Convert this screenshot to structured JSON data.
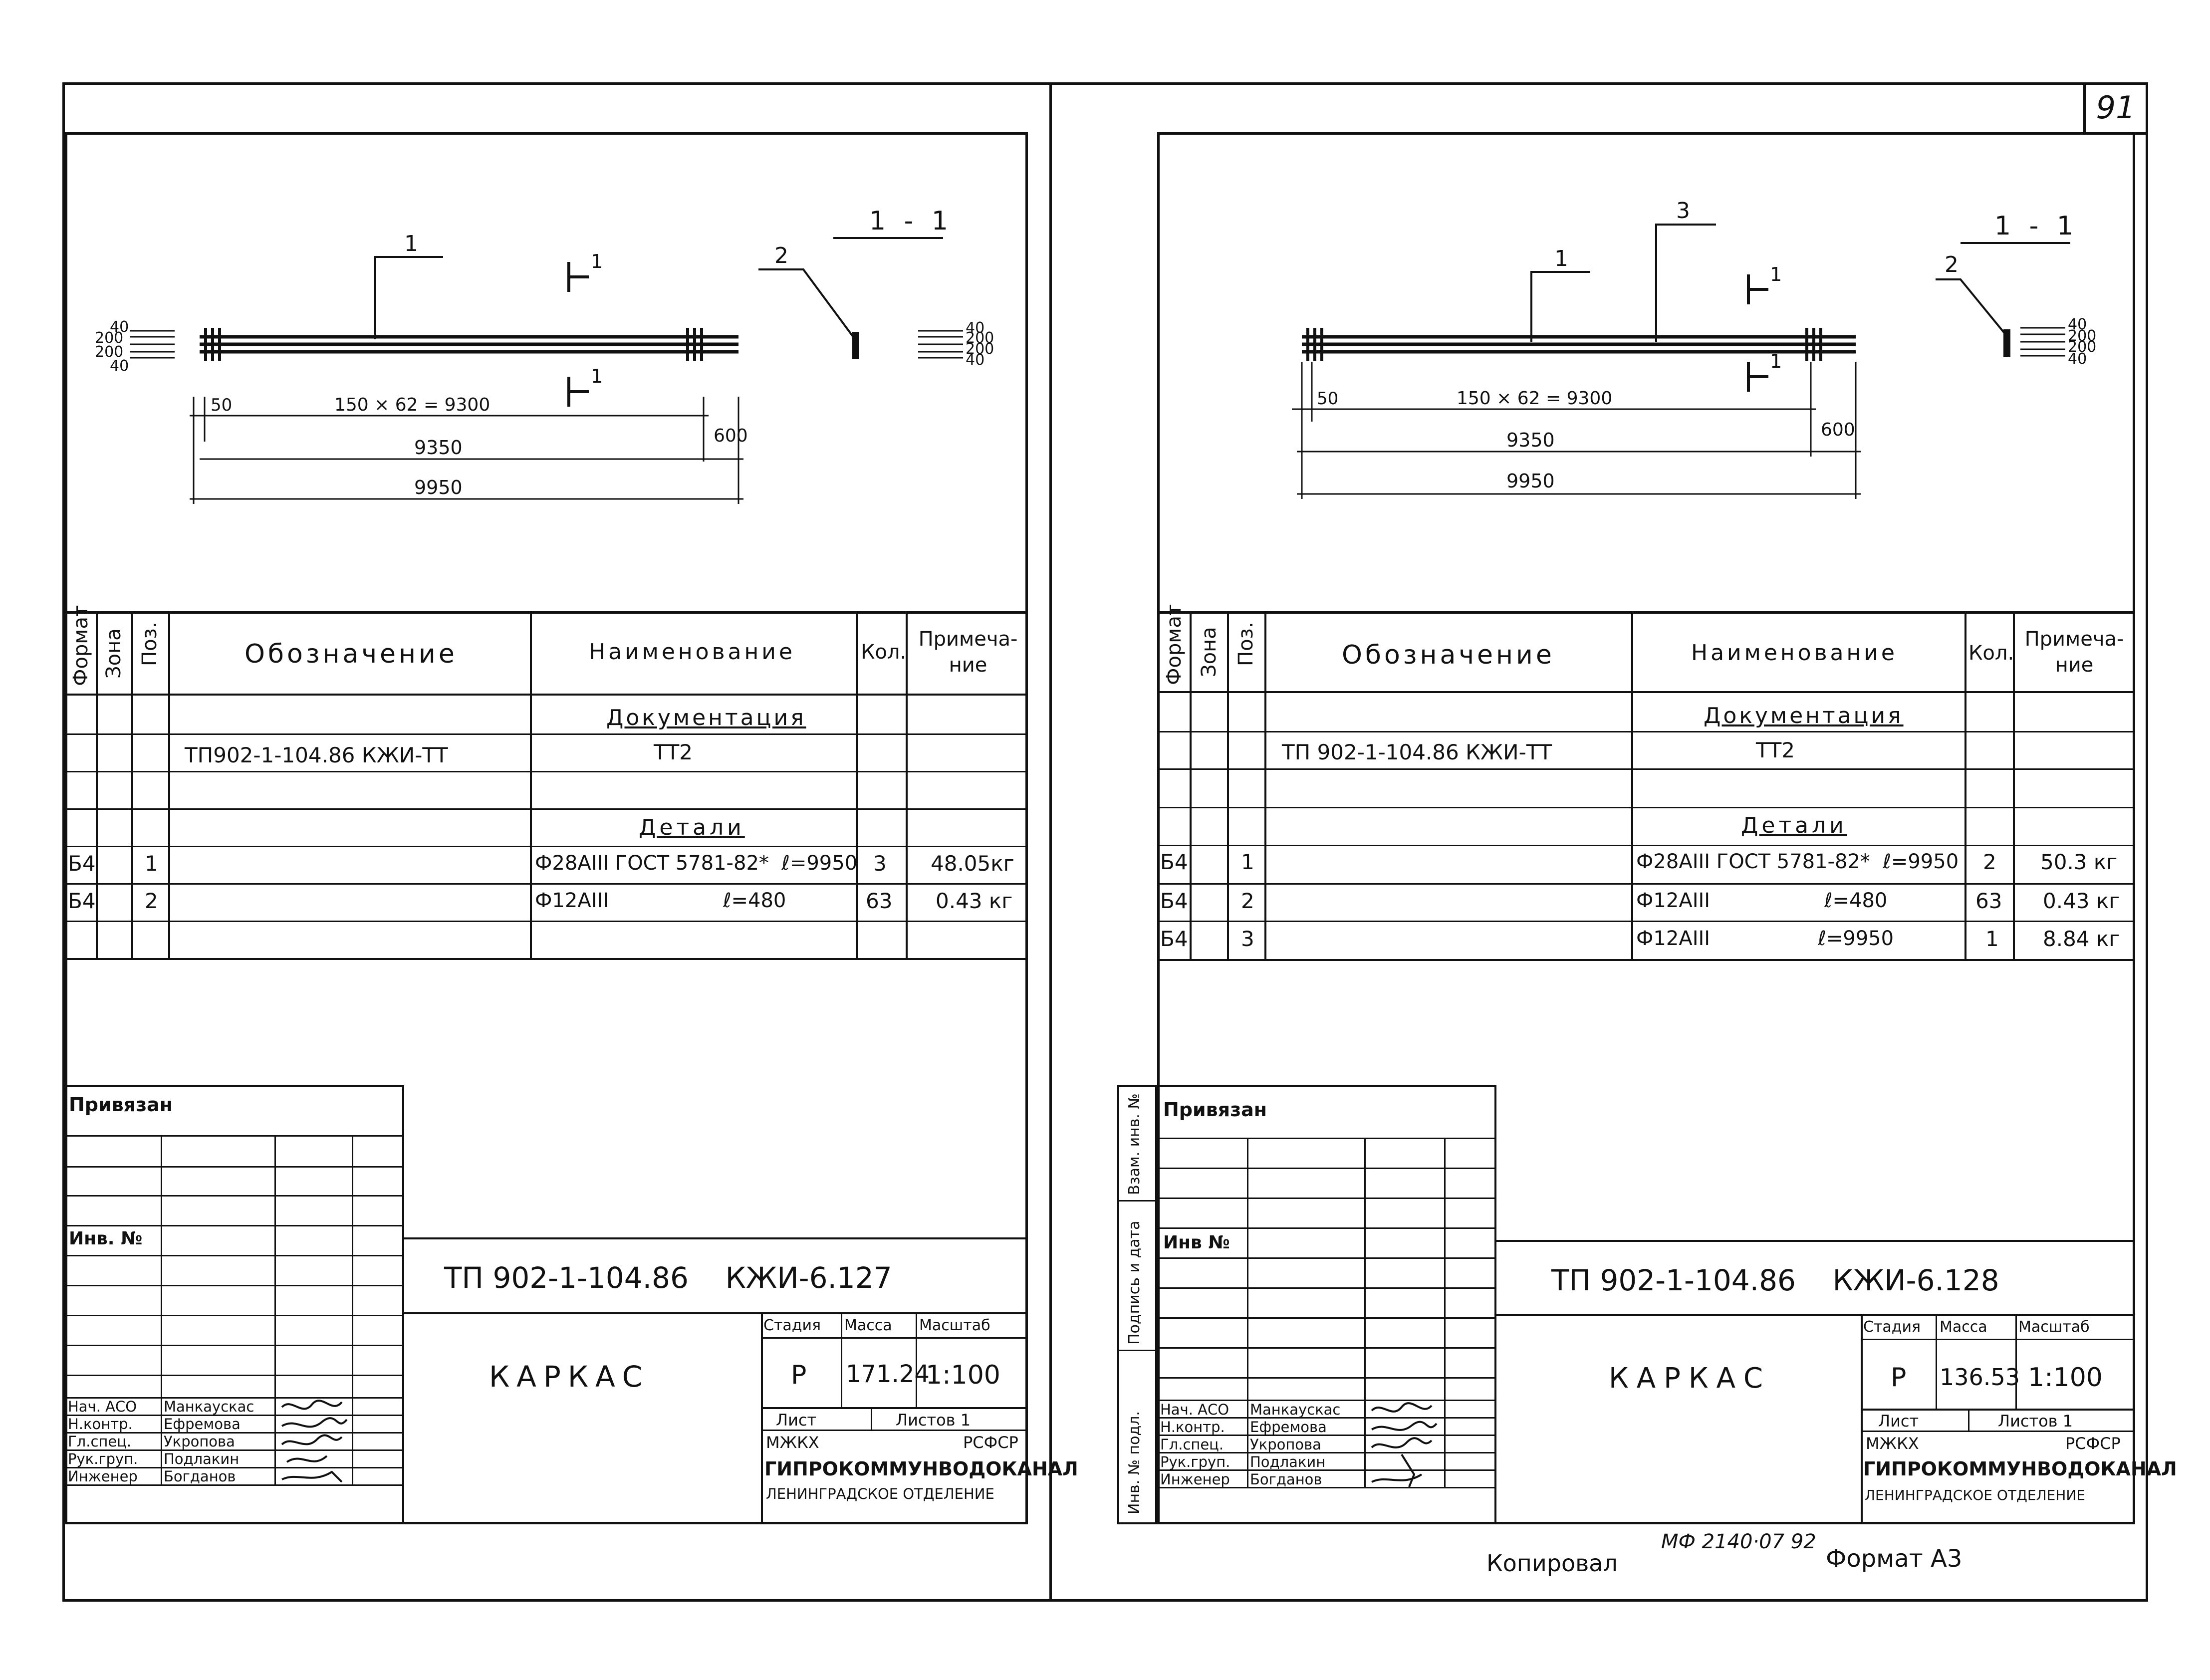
{
  "page_number": "91",
  "footer": {
    "copied": "Копировал",
    "copied_code": "МФ 2140·07  92",
    "format": "Формат А3"
  },
  "left_stub": {
    "labels": [
      "Инв. № подл.",
      "Подпись и дата",
      "Взам. инв. №"
    ]
  },
  "sheets": [
    {
      "id": "left",
      "drawing": {
        "section_label": "1 - 1",
        "section_marks": [
          "1",
          "1"
        ],
        "callouts": [
          "1",
          "2"
        ],
        "left_dims": [
          "40",
          "200",
          "200",
          "40"
        ],
        "right_dims": [
          "40",
          "200",
          "200",
          "40"
        ],
        "dim_50": "50",
        "dim_spacing": "150 × 62 = 9300",
        "dim_600": "600",
        "dim_9350": "9350",
        "dim_9950": "9950"
      },
      "spec": {
        "headers": {
          "format": "Формат",
          "zone": "Зона",
          "pos": "Поз.",
          "designation": "Обозначение",
          "name": "Наименование",
          "qty": "Кол.",
          "note": "Примеча-ние"
        },
        "section_docs": "Документация",
        "doc_row": {
          "designation": "ТП902-1-104.86    КЖИ-ТТ",
          "name": "ТТ2"
        },
        "section_details": "Детали",
        "rows": [
          {
            "format": "Б4",
            "pos": "1",
            "name": "Ф28АIII ГОСТ 5781-82*  ℓ=9950",
            "qty": "3",
            "note": "48.05кг"
          },
          {
            "format": "Б4",
            "pos": "2",
            "name": "Ф12АIII                  ℓ=480",
            "qty": "63",
            "note": "0.43 кг"
          }
        ]
      },
      "title_block": {
        "privyazan": "Привязан",
        "inv_no": "Инв. №",
        "code": "ТП 902-1-104.86    КЖИ-6.127",
        "title": "КАРКАС",
        "stage_label": "Стадия",
        "mass_label": "Масса",
        "scale_label": "Масштаб",
        "stage": "Р",
        "mass": "171.24",
        "scale": "1:100",
        "sheet_label": "Лист",
        "sheets_label": "Листов 1",
        "org1_left": "МЖКХ",
        "org1_right": "РСФСР",
        "org2": "ГИПРОКОММУНВОДОКАНАЛ",
        "org3": "ЛЕНИНГРАДСКОЕ ОТДЕЛЕНИЕ",
        "people": [
          {
            "role": "Нач. АСО",
            "name": "Манкаускас"
          },
          {
            "role": "Н.контр.",
            "name": "Ефремова"
          },
          {
            "role": "Гл.спец.",
            "name": "Укропова"
          },
          {
            "role": "Рук.груп.",
            "name": "Подлакин"
          },
          {
            "role": "Инженер",
            "name": "Богданов"
          }
        ]
      }
    },
    {
      "id": "right",
      "drawing": {
        "section_label": "1 - 1",
        "section_marks": [
          "1",
          "1"
        ],
        "callouts": [
          "1",
          "3",
          "2"
        ],
        "left_dims": [],
        "right_dims": [
          "40",
          "200",
          "200",
          "40"
        ],
        "dim_50": "50",
        "dim_spacing": "150 × 62 = 9300",
        "dim_600": "600",
        "dim_9350": "9350",
        "dim_9950": "9950"
      },
      "spec": {
        "headers": {
          "format": "Формат",
          "zone": "Зона",
          "pos": "Поз.",
          "designation": "Обозначение",
          "name": "Наименование",
          "qty": "Кол.",
          "note": "Примеча-ние"
        },
        "section_docs": "Документация",
        "doc_row": {
          "designation": "ТП 902-1-104.86 КЖИ-ТТ",
          "name": "ТТ2"
        },
        "section_details": "Детали",
        "rows": [
          {
            "format": "Б4",
            "pos": "1",
            "name": "Ф28АIII ГОСТ 5781-82*  ℓ=9950",
            "qty": "2",
            "note": "50.3 кг"
          },
          {
            "format": "Б4",
            "pos": "2",
            "name": "Ф12АIII                  ℓ=480",
            "qty": "63",
            "note": "0.43 кг"
          },
          {
            "format": "Б4",
            "pos": "3",
            "name": "Ф12АIII                 ℓ=9950",
            "qty": "1",
            "note": "8.84 кг"
          }
        ]
      },
      "title_block": {
        "privyazan": "Привязан",
        "inv_no": "Инв №",
        "code": "ТП 902-1-104.86    КЖИ-6.128",
        "title": "КАРКАС",
        "stage_label": "Стадия",
        "mass_label": "Масса",
        "scale_label": "Масштаб",
        "stage": "Р",
        "mass": "136.53",
        "scale": "1:100",
        "sheet_label": "Лист",
        "sheets_label": "Листов 1",
        "org1_left": "МЖКХ",
        "org1_right": "РСФСР",
        "org2": "ГИПРОКОММУНВОДОКАНАЛ",
        "org3": "ЛЕНИНГРАДСКОЕ ОТДЕЛЕНИЕ",
        "people": [
          {
            "role": "Нач. АСО",
            "name": "Манкаускас"
          },
          {
            "role": "Н.контр.",
            "name": "Ефремова"
          },
          {
            "role": "Гл.спец.",
            "name": "Укропова"
          },
          {
            "role": "Рук.груп.",
            "name": "Подлакин"
          },
          {
            "role": "Инженер",
            "name": "Богданов"
          }
        ]
      }
    }
  ]
}
